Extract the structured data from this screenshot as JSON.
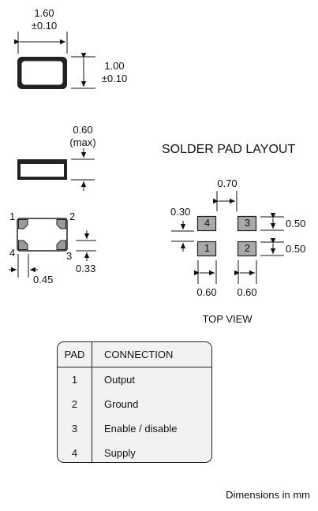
{
  "package": {
    "length": "1.60",
    "length_tol": "±0.10",
    "width": "1.00",
    "width_tol": "±0.10",
    "height": "0.60",
    "height_note": "(max)",
    "pad_pitch_h": "0.45",
    "pad_pitch_v": "0.33",
    "corner_labels": [
      "1",
      "2",
      "3",
      "4"
    ]
  },
  "solder_layout": {
    "title": "SOLDER PAD LAYOUT",
    "gap_h": "0.70",
    "gap_v": "0.30",
    "pad_h_top": "0.50",
    "pad_h_bottom": "0.50",
    "pad_w_left": "0.60",
    "pad_w_right": "0.60",
    "pads": [
      "4",
      "3",
      "1",
      "2"
    ],
    "view_label": "TOP VIEW",
    "pad_color": "#a9a9a9"
  },
  "pin_table": {
    "headers": [
      "PAD",
      "CONNECTION"
    ],
    "rows": [
      {
        "pad": "1",
        "connection": "Output"
      },
      {
        "pad": "2",
        "connection": "Ground"
      },
      {
        "pad": "3",
        "connection": "Enable / disable"
      },
      {
        "pad": "4",
        "connection": "Supply"
      }
    ]
  },
  "footer_note": "Dimensions in mm"
}
